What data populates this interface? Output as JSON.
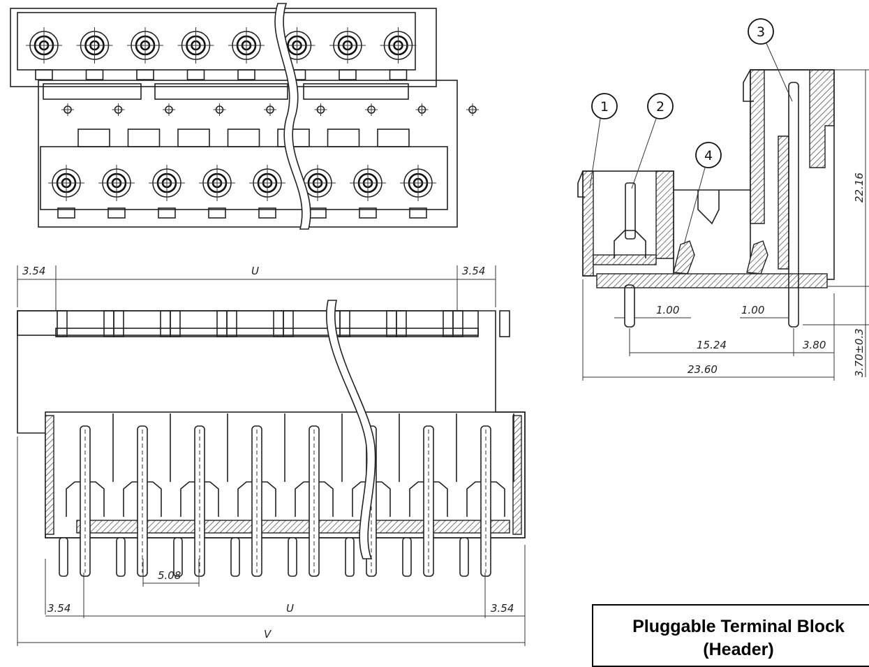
{
  "title": {
    "line1": "Pluggable Terminal Block",
    "line2": "(Header)"
  },
  "callouts": [
    "1",
    "2",
    "3",
    "4"
  ],
  "dimensions": {
    "end_offset": "3.54",
    "span": "U",
    "overall": "V",
    "pitch": "5.08",
    "height": "22.16",
    "pin_dia_left": "1.00",
    "pin_dia_right": "1.00",
    "pin_spacing": "15.24",
    "pin_offset": "3.80",
    "body_depth": "23.60",
    "pin_length": "3.70±0.3"
  },
  "top_view": {
    "upper_terminals": 8,
    "lower_terminals": 8,
    "mount_marks": 8
  },
  "front_view": {
    "pins": 8
  }
}
